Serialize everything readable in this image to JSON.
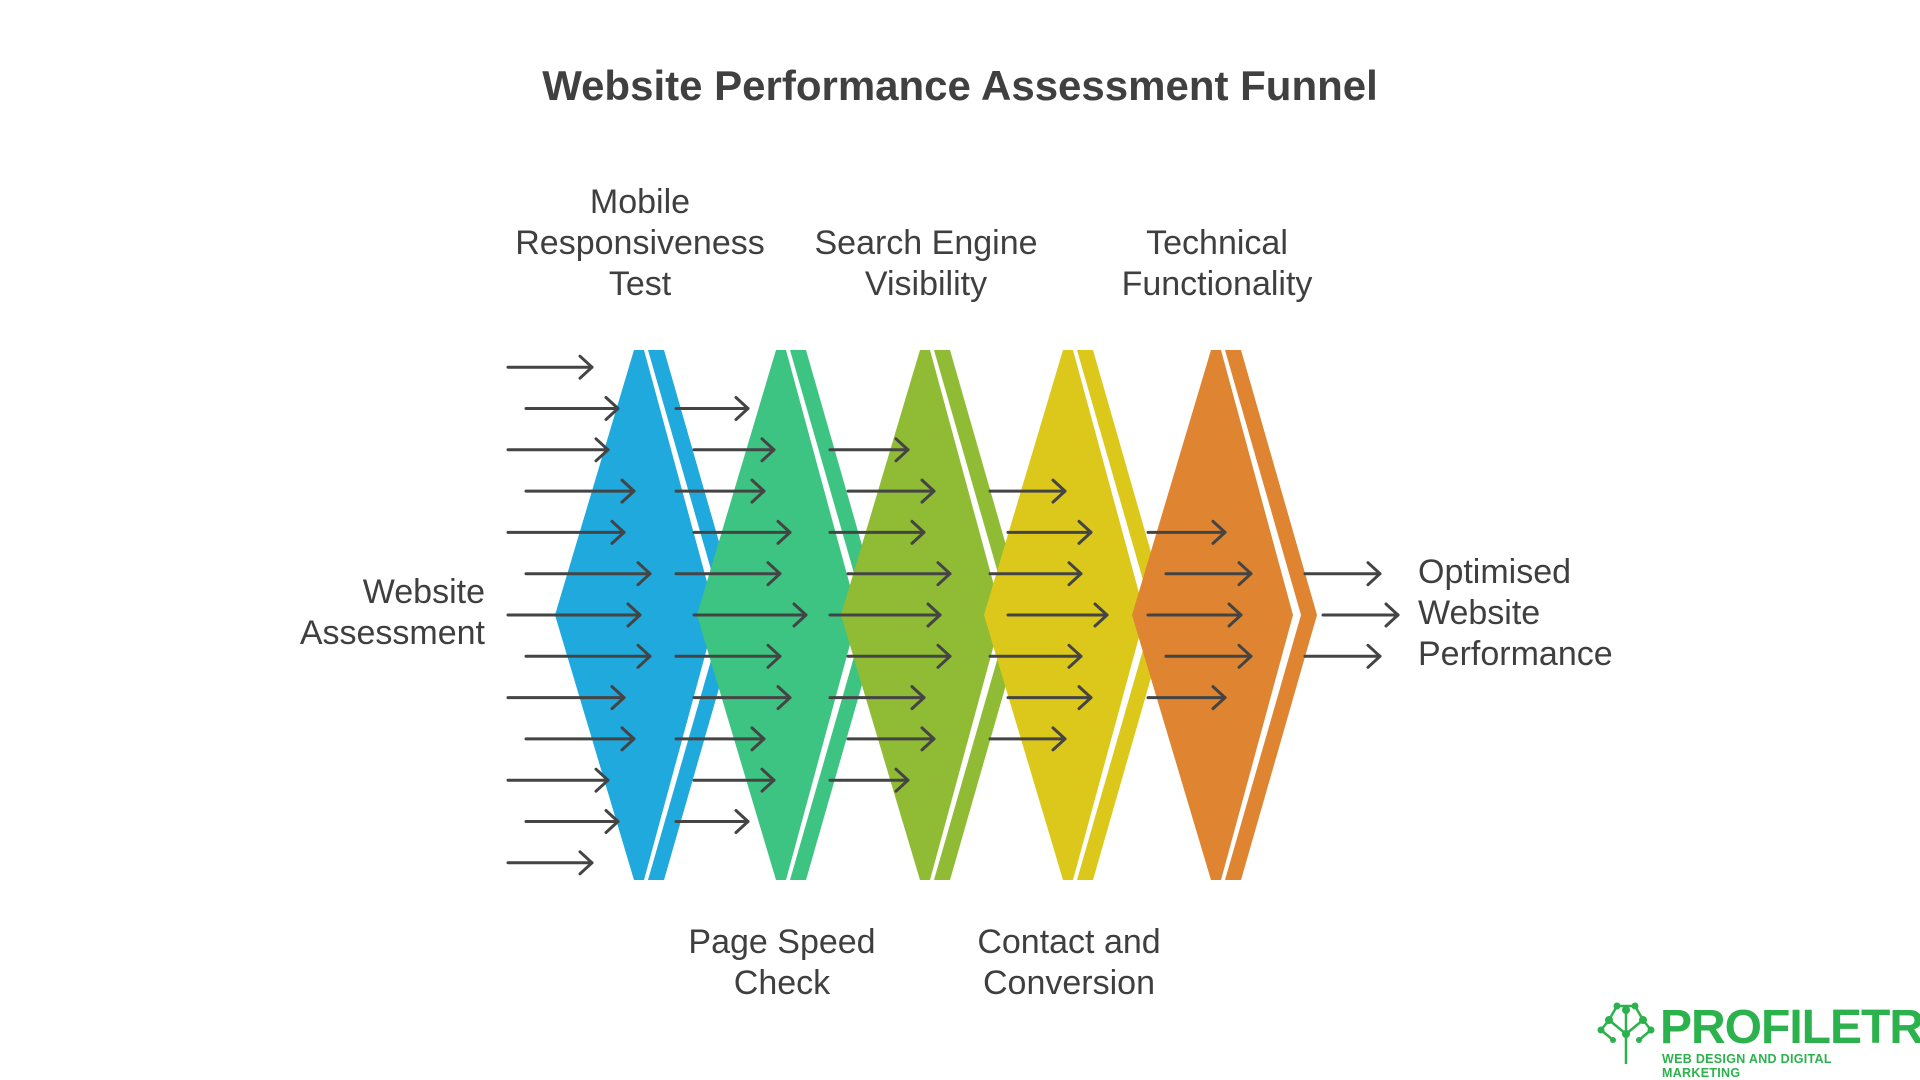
{
  "title": "Website Performance Assessment Funnel",
  "input_label": "Website\nAssessment",
  "output_label": "Optimised\nWebsite\nPerformance",
  "stages": [
    {
      "label": "Mobile\nResponsiveness\nTest",
      "color": "#1fa9dc"
    },
    {
      "label": "Page Speed\nCheck",
      "color": "#3ec482"
    },
    {
      "label": "Search Engine\nVisibility",
      "color": "#8fbb35"
    },
    {
      "label": "Contact and\nConversion",
      "color": "#dcc81a"
    },
    {
      "label": "Technical\nFunctionality",
      "color": "#df8431"
    }
  ],
  "arrow_counts": [
    13,
    11,
    9,
    7,
    5,
    3
  ],
  "arrow_color": "#444444",
  "logo": {
    "name": "PROFILETREE",
    "tagline": "WEB DESIGN AND DIGITAL MARKETING",
    "color": "#2bb24c",
    "icon": "tree-network-icon"
  }
}
